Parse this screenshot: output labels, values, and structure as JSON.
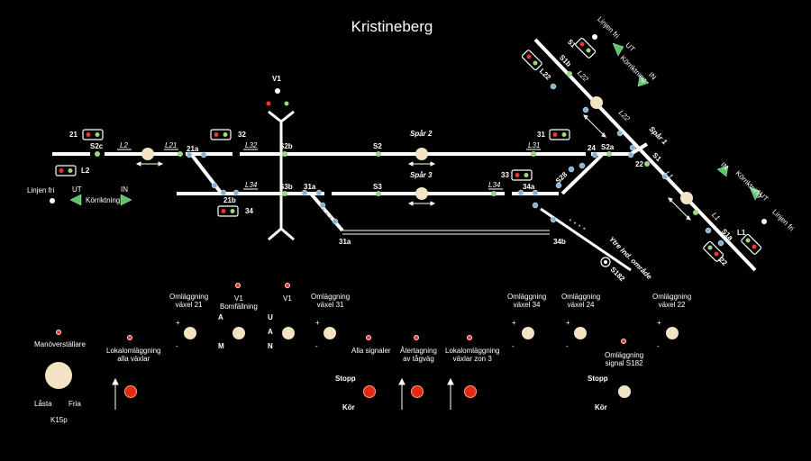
{
  "title": "Kristineberg",
  "colors": {
    "background": "#000000",
    "track": "#ffffff",
    "signal_green": "#9fd67a",
    "signal_red": "#e33333",
    "button": "#f3e3c3",
    "action_button": "#e32a10",
    "arrow_green": "#5ec46c"
  },
  "labels": {
    "s2c": "S2c",
    "l2_sig": "L2",
    "l21": "L21",
    "s21a": "21a",
    "sig21": "21",
    "sig32": "32",
    "l32": "L32",
    "s2b": "S2b",
    "s2": "S2",
    "spar2": "Spår 2",
    "l31": "L31",
    "sig31": "31",
    "s24": "24",
    "s2a": "S2a",
    "l2": "L2",
    "s21b": "21b",
    "l34": "L34",
    "s3b": "S3b",
    "s31a": "31a",
    "s3": "S3",
    "spar3": "Spår 3",
    "l34b": "L34",
    "s34a": "34a",
    "sig33": "33",
    "s28": "S28",
    "sig34": "34",
    "s31a_lower": "31a",
    "s34b": "34b",
    "ytre": "Ytre Ind. område",
    "s182": "S182",
    "v1": "V1",
    "s1": "S1",
    "s22": "22",
    "s1b": "S1b",
    "l22a": "L22",
    "l22b": "L22",
    "s1a": "S1a",
    "l22c": "L22",
    "spar1": "Spår 1",
    "sig51": "51",
    "l1": "L1",
    "sig22": "22",
    "l1a": "L1",
    "l1b": "L1"
  },
  "direction": {
    "left": {
      "line_free": "Linjen fri",
      "ut": "UT",
      "in": "IN",
      "running": "Körriktning"
    },
    "top_right": {
      "line_free": "Linjen fri",
      "ut": "UT",
      "in": "IN",
      "running": "Körriktning"
    },
    "right": {
      "line_free": "Linjen fri",
      "ut": "UT",
      "in": "IN",
      "running": "Körriktning"
    }
  },
  "controls": {
    "omlagg21": "Omläggning\nväxel 21",
    "v1_bom": "V1\nBomfällning",
    "v1_right": "V1",
    "omlagg31": "Omläggning\nväxel 31",
    "omlagg34": "Omläggning\nväxel 34",
    "omlagg24": "Omläggning\nväxel 24",
    "omlagg22": "Omläggning\nväxel 22",
    "plus": "+",
    "minus": "-",
    "a": "A",
    "m": "M",
    "u": "U",
    "a2": "A",
    "n": "N",
    "manov": "Manöverställare",
    "lasta": "Låsta",
    "fria": "Fria",
    "k15p": "K15p",
    "lokal_alla": "Lokalomläggning\nalla växlar",
    "alla_signaler": "Alla signaler",
    "atertagning": "Återtagning\nav tågväg",
    "lokal_zon3": "Lokalomläggning\nväxlar zon 3",
    "omlagg_s182": "Omläggning\nsignal S182",
    "stopp1": "Stopp",
    "kor1": "Kör",
    "stopp2": "Stopp",
    "kor2": "Kör"
  }
}
